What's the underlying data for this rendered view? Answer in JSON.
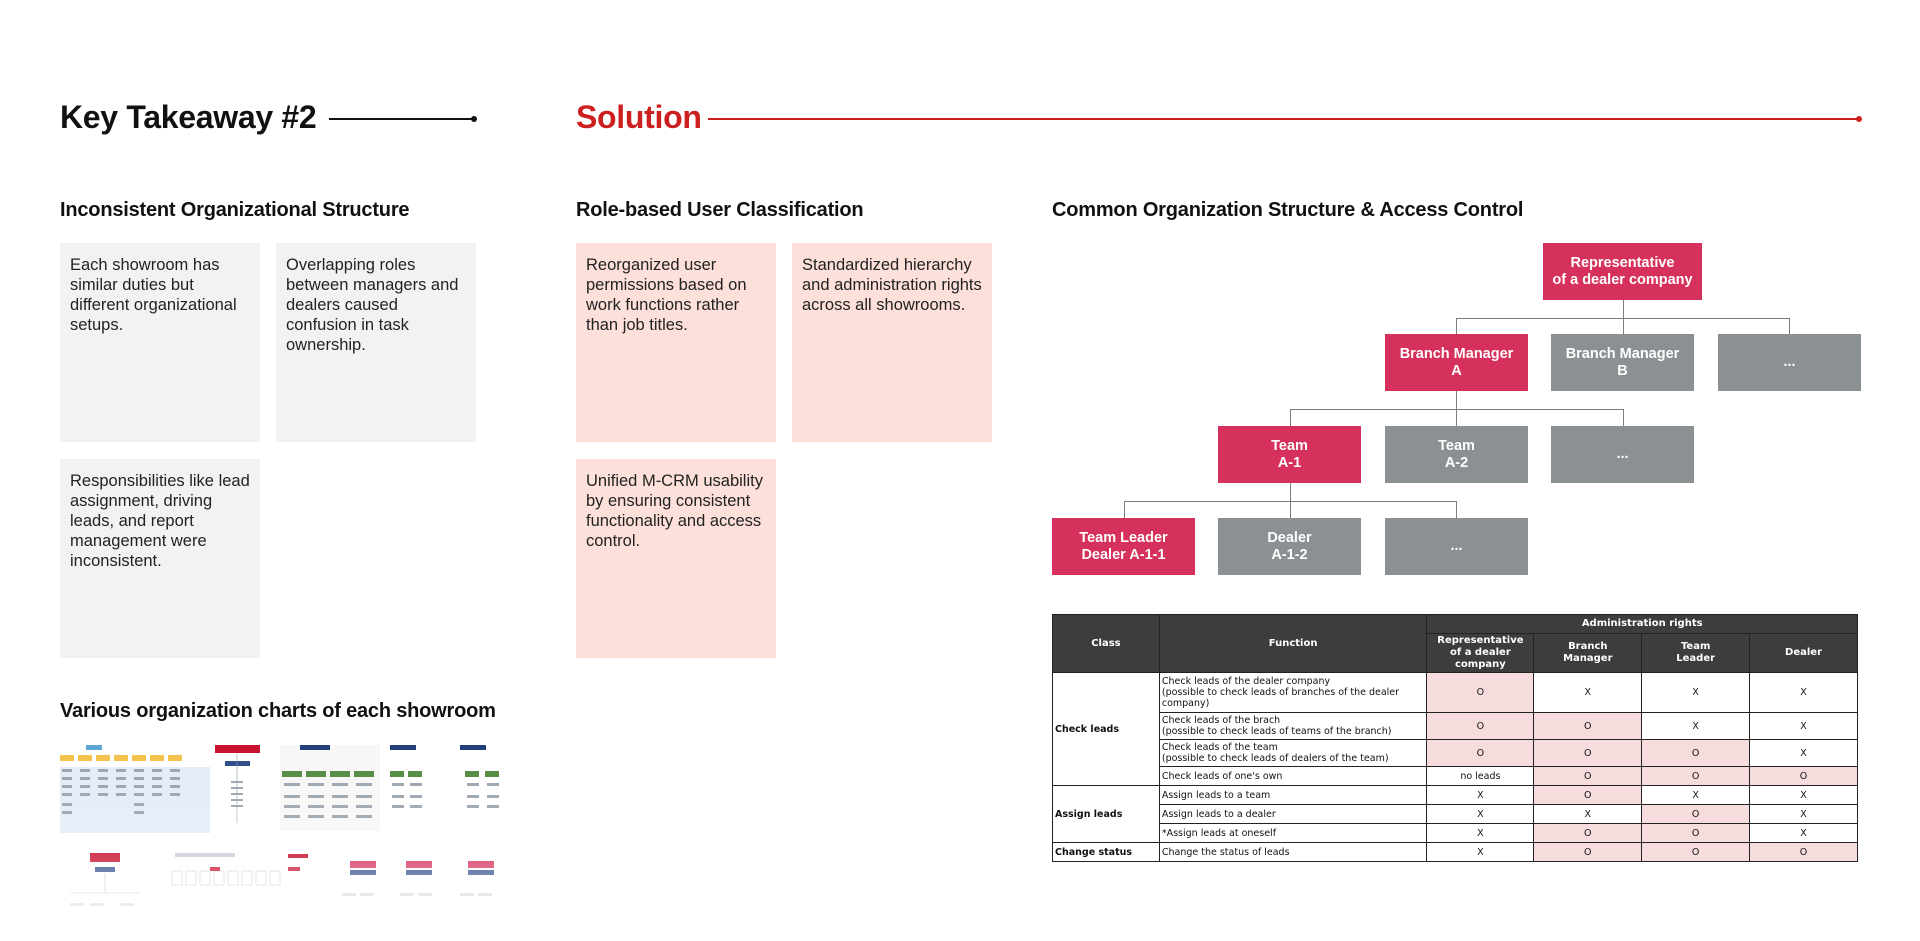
{
  "left": {
    "title": "Key Takeaway #2",
    "section_title": "Inconsistent Organizational Structure",
    "cards": [
      "Each showroom has similar duties but different organizational setups.",
      "Overlapping roles between managers and dealers caused confusion in task ownership.",
      "Responsibilities like lead assignment, driving leads, and report management were inconsistent."
    ],
    "charts_title": "Various organization charts of each showroom"
  },
  "solution": {
    "title": "Solution",
    "section_title": "Role-based User Classification",
    "cards": [
      "Reorganized user permissions based on work functions rather than job titles.",
      "Standardized hierarchy and administration rights across all showrooms.",
      "Unified M-CRM usability by ensuring consistent functionality and access control."
    ]
  },
  "org": {
    "title": "Common Organization Structure & Access Control",
    "nodes": {
      "root": "Representative\nof a dealer company",
      "bm_a": "Branch Manager\nA",
      "bm_b": "Branch Manager\nB",
      "l1_more": "...",
      "team_a1": "Team\nA-1",
      "team_a2": "Team\nA-2",
      "l2_more": "...",
      "tl": "Team Leader\nDealer A-1-1",
      "dealer": "Dealer\nA-1-2",
      "l3_more": "..."
    }
  },
  "access_table": {
    "headers": {
      "class": "Class",
      "function": "Function",
      "admin_rights": "Administration rights",
      "roles": [
        "Representative\nof a dealer company",
        "Branch\nManager",
        "Team\nLeader",
        "Dealer"
      ]
    },
    "groups": [
      {
        "class": "Check leads",
        "rows": [
          {
            "function": "Check leads of the dealer company\n(possible to check leads of branches of the dealer company)",
            "values": [
              "O",
              "X",
              "X",
              "X"
            ]
          },
          {
            "function": "Check leads of the brach\n(possible to check leads of teams of the branch)",
            "values": [
              "O",
              "O",
              "X",
              "X"
            ]
          },
          {
            "function": "Check leads of the team\n(possible to check leads of dealers of the team)",
            "values": [
              "O",
              "O",
              "O",
              "X"
            ]
          },
          {
            "function": "Check leads of one's own",
            "values": [
              "no leads",
              "O",
              "O",
              "O"
            ]
          }
        ]
      },
      {
        "class": "Assign leads",
        "rows": [
          {
            "function": "Assign leads to a team",
            "values": [
              "X",
              "O",
              "X",
              "X"
            ]
          },
          {
            "function": "Assign leads to a dealer",
            "values": [
              "X",
              "X",
              "O",
              "X"
            ]
          },
          {
            "function": "*Assign leads at oneself",
            "values": [
              "X",
              "O",
              "O",
              "X"
            ]
          }
        ]
      },
      {
        "class": "Change status",
        "rows": [
          {
            "function": "Change the status of leads",
            "values": [
              "X",
              "O",
              "O",
              "O"
            ]
          }
        ]
      }
    ]
  },
  "colors": {
    "accent": "#cc1f1f",
    "node_highlight": "#d6315c",
    "node_gray": "#8b9093",
    "card_gray": "#f1f2f4",
    "card_pink": "#fde0da",
    "table_header": "#3d3d3d",
    "table_highlight": "#f6dcdd"
  }
}
